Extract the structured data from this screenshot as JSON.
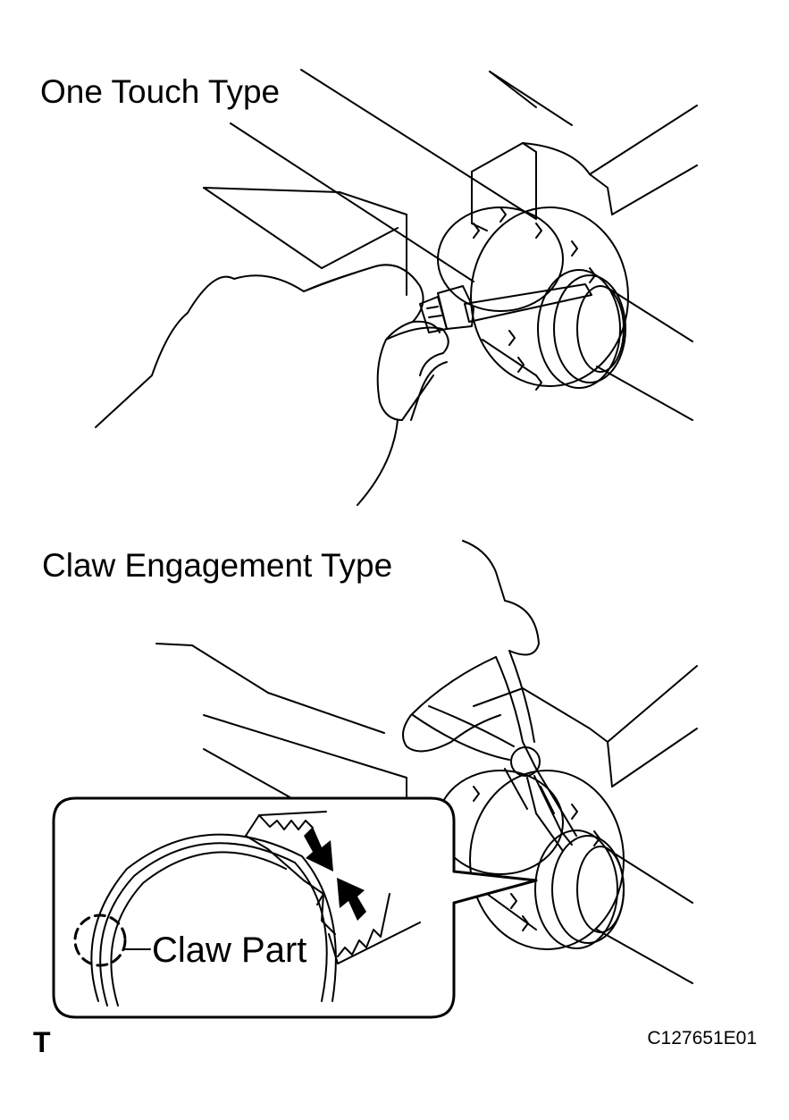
{
  "labels": {
    "one_touch": "One Touch Type",
    "claw_engagement": "Claw Engagement Type",
    "claw_part": "Claw Part",
    "corner_mark": "T",
    "figure_code": "C127651E01"
  },
  "icons": [
    "hand-icon",
    "pliers-icon",
    "arrow-icon",
    "claw-marker-icon"
  ],
  "colors": {
    "line": "#000000",
    "background": "#ffffff"
  }
}
